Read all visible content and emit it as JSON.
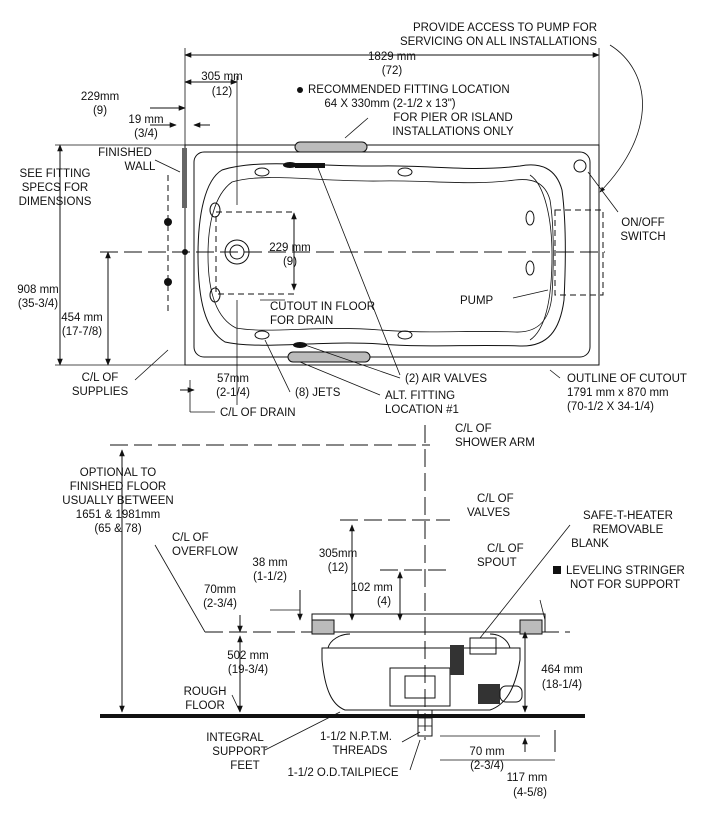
{
  "labels": {
    "access_1": "PROVIDE ACCESS TO PUMP FOR",
    "access_2": "SERVICING ON ALL INSTALLATIONS",
    "len_mm": "1829 mm",
    "len_in": "(72)",
    "w305_mm": "305 mm",
    "w305_in": "(12)",
    "rec_1": "RECOMMENDED FITTING LOCATION",
    "rec_2": "64 X 330mm (2-1/2 x 13\")",
    "rec_3": "FOR PIER OR ISLAND",
    "rec_4": "INSTALLATIONS ONLY",
    "d229_mm": "229mm",
    "d229_in": "(9)",
    "d19_mm": "19 mm",
    "d19_in": "(3/4)",
    "finished_1": "FINISHED",
    "finished_2": "WALL",
    "see_1": "SEE FITTING",
    "see_2": "SPECS FOR",
    "see_3": "DIMENSIONS",
    "onoff_1": "ON/OFF",
    "onoff_2": "SWITCH",
    "c229_mm": "229 mm",
    "c229_in": "(9)",
    "h908_mm": "908 mm",
    "h908_in": "(35-3/4)",
    "h454_mm": "454 mm",
    "h454_in": "(17-7/8)",
    "pump": "PUMP",
    "cutout_1": "CUTOUT IN FLOOR",
    "cutout_2": "FOR DRAIN",
    "supplies_1": "C/L OF",
    "supplies_2": "SUPPLIES",
    "d57_mm": "57mm",
    "d57_in": "(2-1/4)",
    "jets": "(8) JETS",
    "air": "(2) AIR VALVES",
    "outline_1": "OUTLINE OF CUTOUT",
    "outline_2": "1791 mm x 870 mm",
    "outline_3": "(70-1/2 X 34-1/4)",
    "drain": "C/L OF DRAIN",
    "alt_1": "ALT. FITTING",
    "alt_2": "LOCATION #1",
    "shower_1": "C/L OF",
    "shower_2": "SHOWER ARM",
    "opt_1": "OPTIONAL TO",
    "opt_2": "FINISHED FLOOR",
    "opt_3": "USUALLY BETWEEN",
    "opt_4": "1651 & 1981mm",
    "opt_5": "(65 & 78)",
    "valves_1": "C/L OF",
    "valves_2": "VALVES",
    "safe_1": "SAFE-T-HEATER",
    "safe_2": "REMOVABLE",
    "safe_3": "BLANK",
    "overflow_1": "C/L OF",
    "overflow_2": "OVERFLOW",
    "d305b_mm": "305mm",
    "d305b_in": "(12)",
    "spout_1": "C/L OF",
    "spout_2": "SPOUT",
    "d38_mm": "38 mm",
    "d38_in": "(1-1/2)",
    "level_1": "LEVELING STRINGER",
    "level_2": "NOT FOR SUPPORT",
    "d102_mm": "102 mm",
    "d102_in": "(4)",
    "d70a_mm": "70mm",
    "d70a_in": "(2-3/4)",
    "d502_mm": "502 mm",
    "d502_in": "(19-3/4)",
    "d464_mm": "464 mm",
    "d464_in": "(18-1/4)",
    "rough_1": "ROUGH",
    "rough_2": "FLOOR",
    "feet_1": "INTEGRAL",
    "feet_2": "SUPPORT",
    "feet_3": "FEET",
    "npt_1": "1-1/2 N.P.T.M.",
    "npt_2": "THREADS",
    "d70b_mm": "70 mm",
    "d70b_in": "(2-3/4)",
    "tail": "1-1/2 O.D.TAILPIECE",
    "d117_mm": "117 mm",
    "d117_in": "(4-5/8)"
  }
}
